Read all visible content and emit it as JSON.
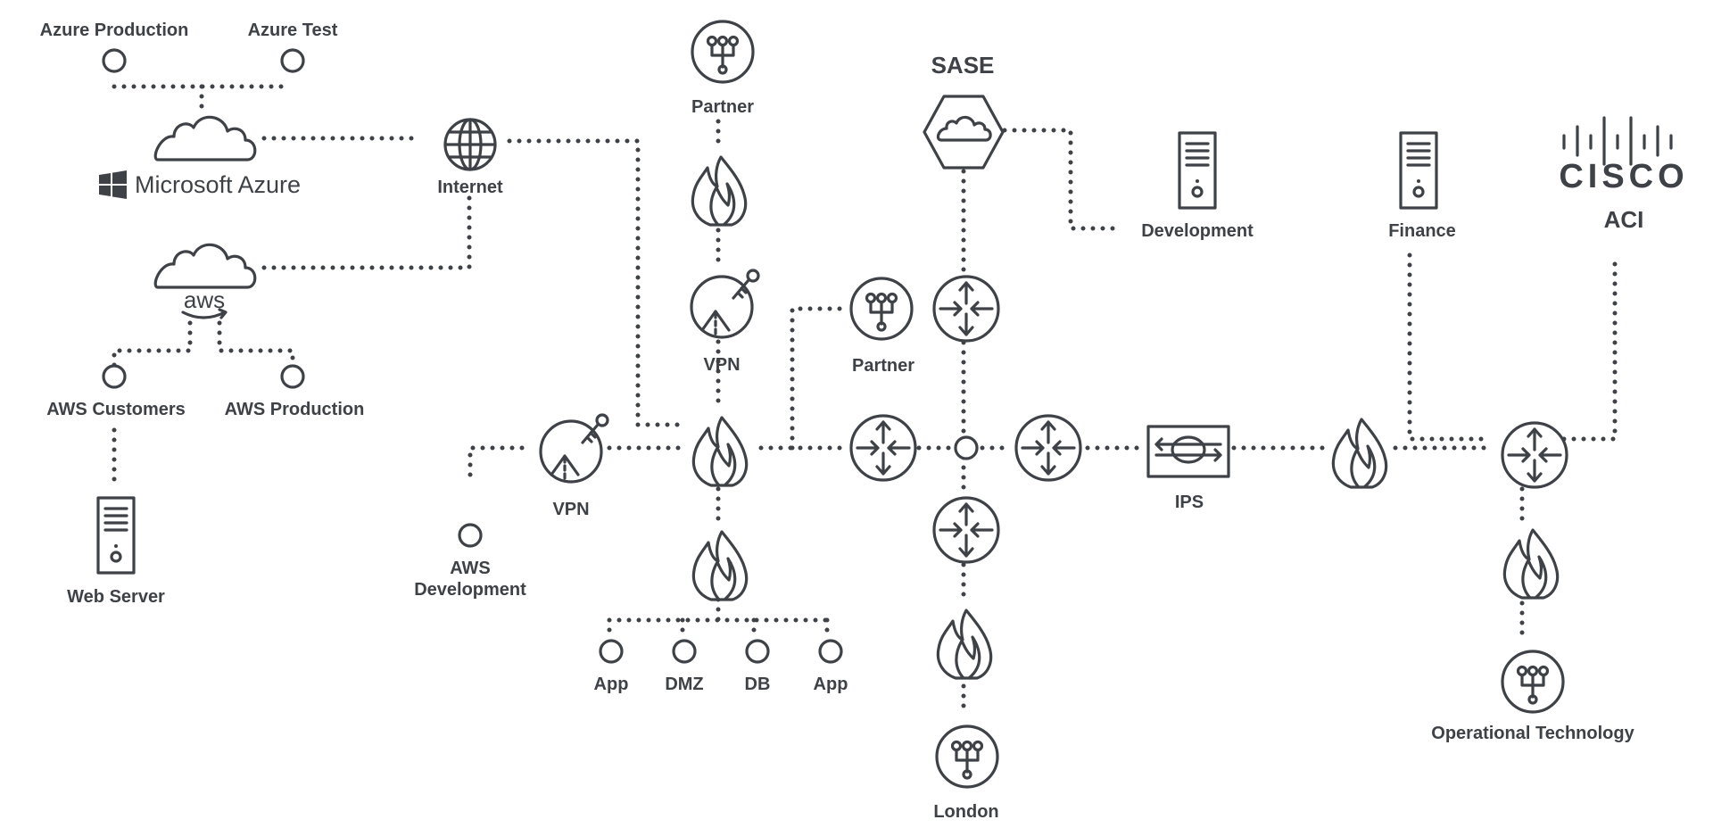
{
  "colors": {
    "ink": "#3e4247",
    "background": "#ffffff"
  },
  "cloud_providers": {
    "azure_production": "Azure Production",
    "azure_test": "Azure Test",
    "microsoft_azure": "Microsoft Azure",
    "aws_logo": "aws",
    "aws_customers": "AWS Customers",
    "aws_production": "AWS Production",
    "web_server": "Web Server",
    "aws_development_line1": "AWS",
    "aws_development_line2": "Development"
  },
  "core": {
    "internet": "Internet",
    "partner_top": "Partner",
    "vpn_top": "VPN",
    "vpn_left": "VPN",
    "partner_mid": "Partner",
    "sase": "SASE",
    "development": "Development",
    "london": "London",
    "ips": "IPS",
    "finance": "Finance"
  },
  "dmz_segments": [
    "App",
    "DMZ",
    "DB",
    "App"
  ],
  "cisco": {
    "logo_text": "CISCO",
    "aci": "ACI",
    "operational_technology": "Operational Technology"
  },
  "icons": {
    "cloud": "cloud-icon",
    "globe": "globe-icon",
    "firewall": "firewall-flame-icon",
    "vpn": "vpn-key-icon",
    "router": "router-arrows-icon",
    "site": "site-network-icon",
    "server": "server-tower-icon",
    "ips": "ips-device-icon",
    "endpoint": "endpoint-circle-icon",
    "sase": "sase-hexagon-cloud-icon",
    "windows": "windows-logo-icon",
    "amazon": "amazon-smile-icon",
    "cisco": "cisco-bars-icon"
  }
}
